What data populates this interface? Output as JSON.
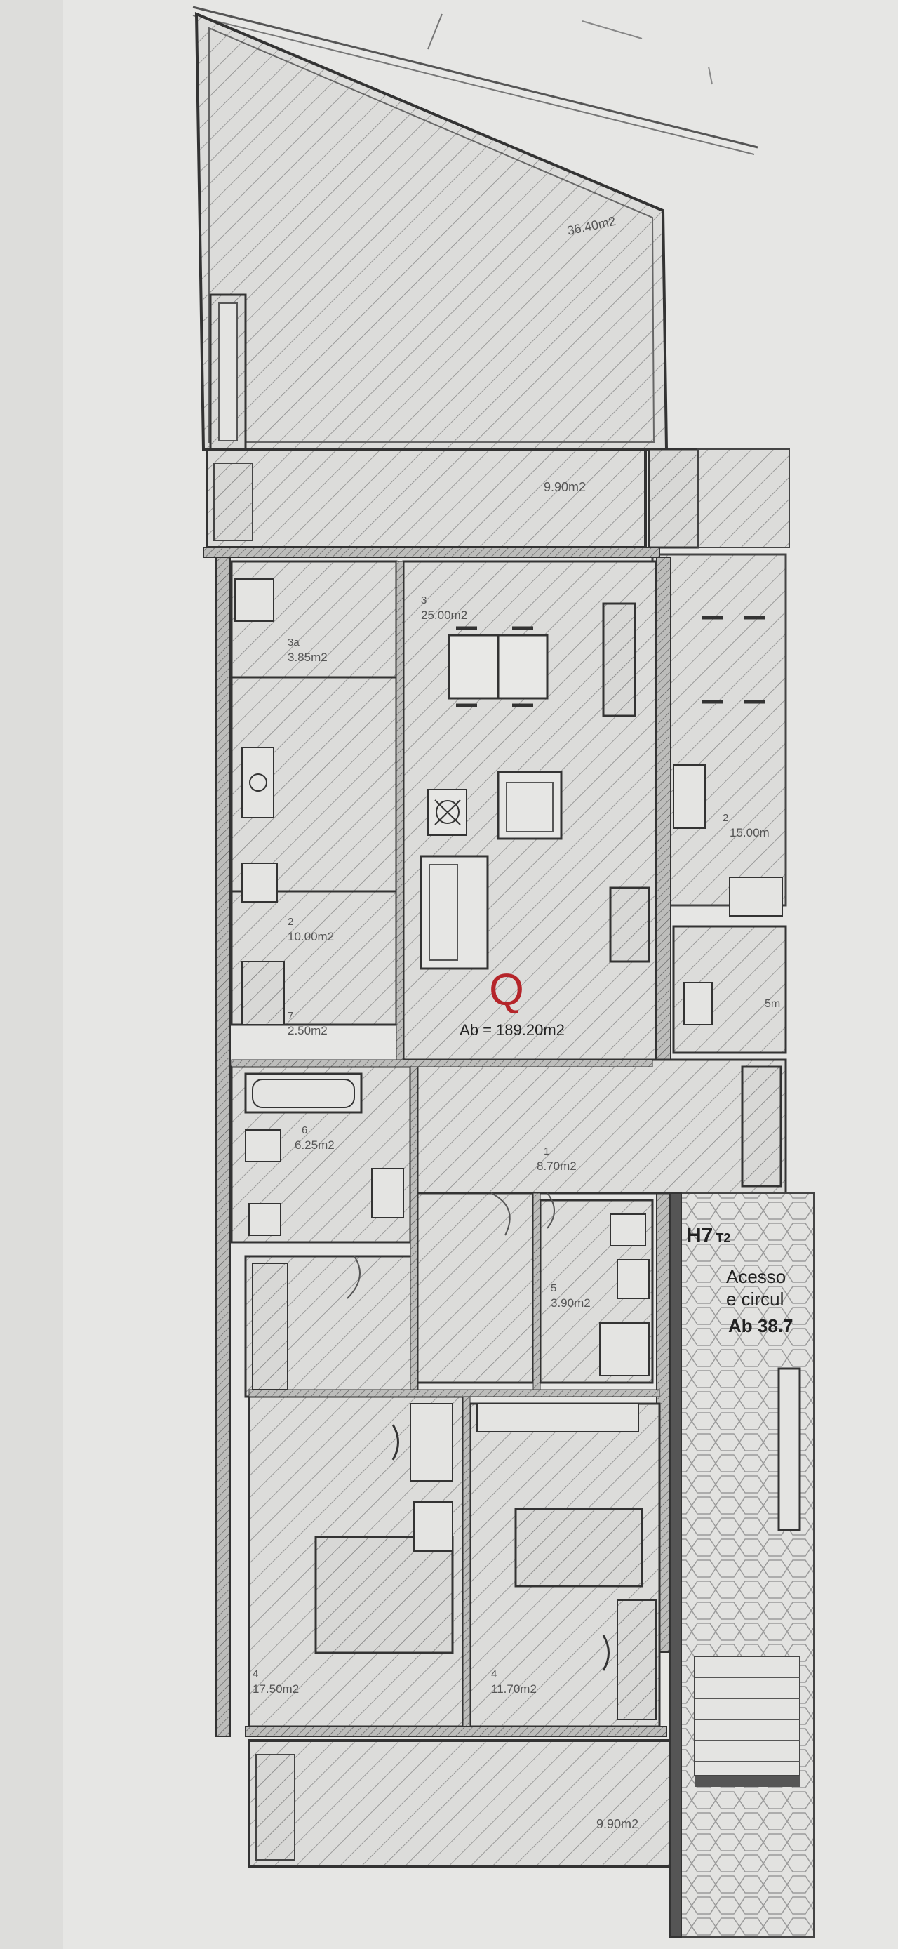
{
  "plan": {
    "unit_letter": "Q",
    "unit_area": "Ab = 189.20m2",
    "unit_letter_color": "#b5252a",
    "neighbor": {
      "title_main": "H7",
      "title_sub": "T2",
      "access_line1": "Acesso",
      "access_line2": "e circul",
      "access_area": "Ab 38.7"
    },
    "rooms": [
      {
        "id": "terrace-top",
        "area": "36.40m2"
      },
      {
        "id": "balcony-top",
        "area": "9.90m2"
      },
      {
        "id": "room-3a",
        "number": "3a",
        "area": "3.85m2"
      },
      {
        "id": "room-3",
        "number": "3",
        "area": "25.00m2"
      },
      {
        "id": "room-2",
        "number": "2",
        "area": "10.00m2"
      },
      {
        "id": "room-7",
        "number": "7",
        "area": "2.50m2"
      },
      {
        "id": "room-6",
        "number": "6",
        "area": "6.25m2"
      },
      {
        "id": "room-1",
        "number": "1",
        "area": "8.70m2"
      },
      {
        "id": "room-5",
        "number": "5",
        "area": "3.90m2"
      },
      {
        "id": "room-4-left",
        "number": "4",
        "area": "17.50m2"
      },
      {
        "id": "room-4-right",
        "number": "4",
        "area": "11.70m2"
      },
      {
        "id": "balcony-bottom",
        "area": "9.90m2"
      },
      {
        "id": "neighbor-room-2",
        "number": "2",
        "area": "15.00m"
      },
      {
        "id": "neighbor-bath",
        "area": "5m"
      }
    ]
  },
  "colors": {
    "paper": "#e6e6e4",
    "wall": "#2b2b2b",
    "hatch": "#8a8a8a",
    "paving": "#9a9a9a"
  }
}
